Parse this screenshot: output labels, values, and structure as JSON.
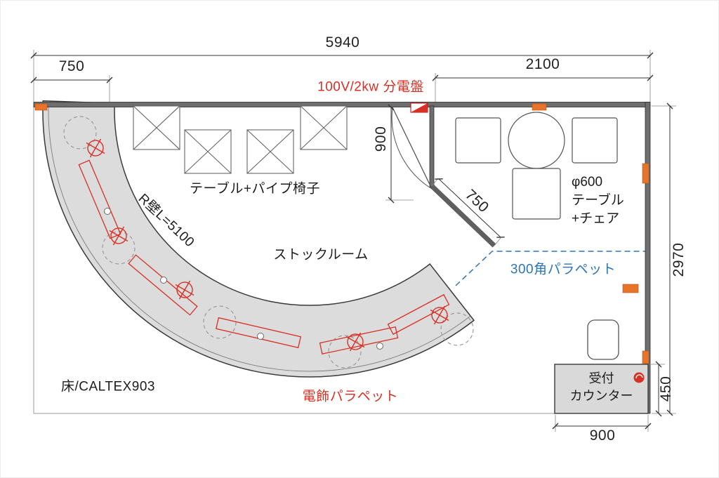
{
  "drawing": {
    "dims": {
      "total_width": "5940",
      "band_width": "750",
      "right_room_width": "2100",
      "door_depth": "900",
      "diag_wall": "750",
      "right_wall_height": "2970",
      "counter_depth": "450",
      "counter_width": "900"
    },
    "labels": {
      "panel": "100V/2kw 分電盤",
      "tables": "テーブル+パイプ椅子",
      "stock_room": "ストックルーム",
      "curved_wall": "R壁L=5100",
      "parapet_blue": "300角パラペット",
      "floor": "床/CALTEX903",
      "parapet_red": "電飾パラペット",
      "round_table": {
        "l1": "φ600",
        "l2": "テーブル",
        "l3": "+チェア"
      },
      "reception": {
        "l1": "受付",
        "l2": "カウンター"
      }
    },
    "colors": {
      "accent_red": "#d93025",
      "accent_blue": "#2e75b6",
      "marker_orange": "#e8742a",
      "band_fill": "#dcdcdc",
      "wall_gray": "#6e6e6e"
    }
  }
}
